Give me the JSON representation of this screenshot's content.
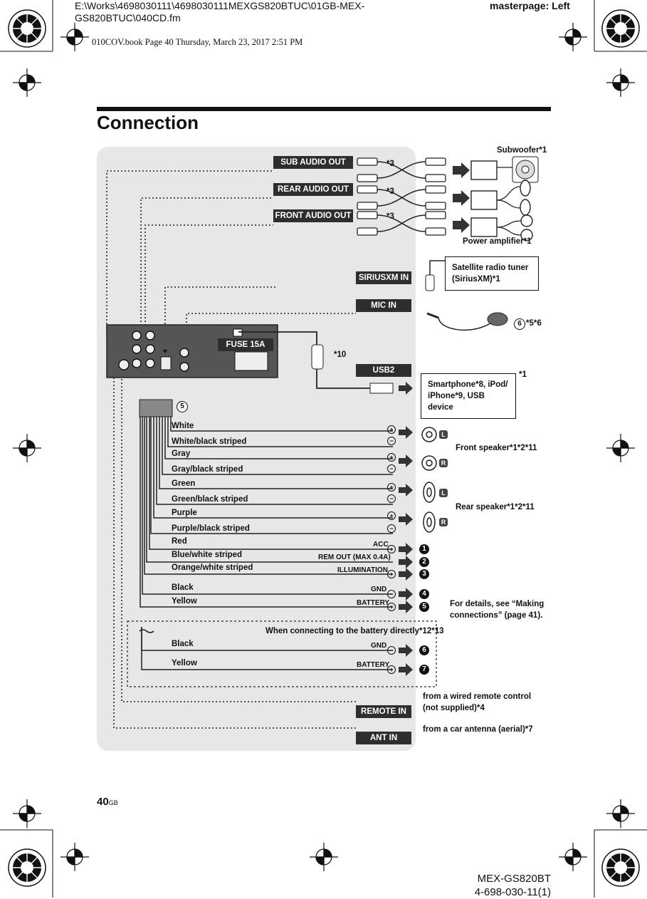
{
  "header": {
    "file_path_line1": "E:\\Works\\4698030111\\4698030111MEXGS820BTUC\\01GB-MEX-",
    "file_path_line2": "GS820BTUC\\040CD.fm",
    "masterpage": "masterpage: Left",
    "book_line": "010COV.book  Page 40  Thursday, March 23, 2017  2:51 PM"
  },
  "page_title": "Connection",
  "unit_labels": {
    "sub_audio_out": "SUB AUDIO OUT",
    "rear_audio_out": "REAR AUDIO OUT",
    "front_audio_out": "FRONT AUDIO OUT",
    "siriusxm_in": "SIRIUSXM IN",
    "mic_in": "MIC IN",
    "usb2": "USB2",
    "remote_in": "REMOTE IN",
    "ant_in": "ANT IN",
    "fuse": "FUSE 15A"
  },
  "footnote_marks": {
    "star3": "*3",
    "star10": "*10",
    "star1": "*1",
    "mic_notes": "*5*6",
    "mic_badge": "6",
    "harness_badge": "5"
  },
  "devices": {
    "subwoofer": "Subwoofer*1",
    "power_amplifier": "Power amplifier*1",
    "satellite_tuner": "Satellite radio tuner (SiriusXM)*1",
    "smartphone": "Smartphone*8, iPod/ iPhone*9, USB device",
    "front_speaker": "Front speaker*1*2*11",
    "rear_speaker": "Rear speaker*1*2*11",
    "details_note": "For details, see “Making connections” (page 41).",
    "remote_note": "from a wired remote control (not supplied)*4",
    "antenna_note": "from a car antenna (aerial)*7",
    "speaker_left": "L",
    "speaker_right": "R"
  },
  "wires": [
    {
      "color": "White",
      "sign": "+",
      "terminal": ""
    },
    {
      "color": "White/black striped",
      "sign": "−",
      "terminal": ""
    },
    {
      "color": "Gray",
      "sign": "+",
      "terminal": ""
    },
    {
      "color": "Gray/black striped",
      "sign": "−",
      "terminal": ""
    },
    {
      "color": "Green",
      "sign": "+",
      "terminal": ""
    },
    {
      "color": "Green/black striped",
      "sign": "−",
      "terminal": ""
    },
    {
      "color": "Purple",
      "sign": "+",
      "terminal": ""
    },
    {
      "color": "Purple/black striped",
      "sign": "−",
      "terminal": ""
    },
    {
      "color": "Red",
      "sign": "+",
      "terminal": "ACC",
      "num": "1"
    },
    {
      "color": "Blue/white striped",
      "sign": "",
      "terminal": "REM OUT (MAX 0.4A)",
      "num": "2"
    },
    {
      "color": "Orange/white striped",
      "sign": "+",
      "terminal": "ILLUMINATION",
      "num": "3"
    },
    {
      "color": "Black",
      "sign": "−",
      "terminal": "GND",
      "num": "4"
    },
    {
      "color": "Yellow",
      "sign": "+",
      "terminal": "BATTERY",
      "num": "5"
    }
  ],
  "battery_direct": {
    "title": "When connecting to the battery directly*12*13",
    "wires": [
      {
        "color": "Black",
        "sign": "−",
        "terminal": "GND",
        "num": "6"
      },
      {
        "color": "Yellow",
        "sign": "+",
        "terminal": "BATTERY",
        "num": "7"
      }
    ]
  },
  "footer": {
    "page_number": "40",
    "page_suffix": "GB",
    "model_line1": "MEX-GS820BT",
    "model_line2": "4-698-030-11(1)"
  }
}
